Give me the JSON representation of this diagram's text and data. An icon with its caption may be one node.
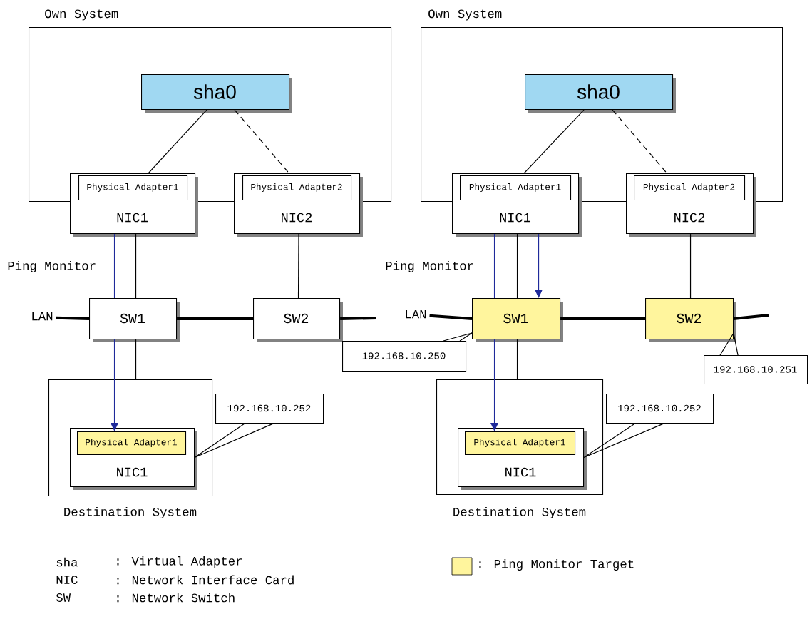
{
  "diagram": {
    "nodes": [
      {
        "text": [
          "Own System"
        ]
      },
      {
        "text": [
          "sha0"
        ],
        "in": 0
      },
      {
        "text": [
          "NIC1"
        ]
      },
      {
        "text": [
          "Physical Adapter1"
        ]
      },
      {
        "text": [
          "NIC2"
        ]
      },
      {
        "text": [
          "Physical Adapter2"
        ]
      },
      {
        "text": [
          "SW1"
        ]
      },
      {
        "text": [
          "SW2"
        ]
      },
      {
        "text": [
          "Destination System"
        ]
      },
      {
        "text": [
          "NIC1"
        ],
        "in": 8
      },
      {
        "text": [
          "Physical Adapter1"
        ],
        "in": 9
      },
      {
        "text": [
          "192.168.10.252"
        ]
      },
      {
        "text": [
          "Own System"
        ]
      },
      {
        "text": [
          "sha0"
        ],
        "in": 12
      },
      {
        "text": [
          "NIC1"
        ]
      },
      {
        "text": [
          "Physical Adapter1"
        ]
      },
      {
        "text": [
          "NIC2"
        ]
      },
      {
        "text": [
          "Physical Adapter2"
        ]
      },
      {
        "text": [
          "SW1"
        ]
      },
      {
        "text": [
          "SW2"
        ]
      },
      {
        "text": [
          "192.168.10.250"
        ]
      },
      {
        "text": [
          "192.168.10.251"
        ]
      },
      {
        "text": [
          "Destination System"
        ]
      },
      {
        "text": [
          "NIC1"
        ],
        "in": 22
      },
      {
        "text": [
          "Physical Adapter1"
        ],
        "in": 23
      },
      {
        "text": [
          "192.168.10.252"
        ]
      },
      {
        "text": [
          "LAN"
        ]
      },
      {
        "text": [
          "LAN"
        ]
      }
    ],
    "edges": [
      {
        "from": 1,
        "to": 2,
        "arrow": "none"
      },
      {
        "from": 1,
        "to": 4,
        "arrow": "none",
        "style": "dashed"
      },
      {
        "from": 2,
        "to": 6,
        "arrow": "none"
      },
      {
        "from": 4,
        "to": 7,
        "arrow": "none"
      },
      {
        "from": 26,
        "to": 6,
        "arrow": "none",
        "style": "thick"
      },
      {
        "from": 6,
        "to": 7,
        "arrow": "none",
        "style": "thick"
      },
      {
        "from": 7,
        "to": null,
        "arrow": "none",
        "style": "thick"
      },
      {
        "from": 6,
        "to": 8,
        "arrow": "none"
      },
      {
        "from": 6,
        "to": 10,
        "arrow": "to",
        "color": "#1f2a9a"
      },
      {
        "from": 11,
        "to": 9,
        "arrow": "none"
      },
      {
        "from": 13,
        "to": 14,
        "arrow": "none"
      },
      {
        "from": 13,
        "to": 16,
        "arrow": "none",
        "style": "dashed"
      },
      {
        "from": 14,
        "to": 18,
        "arrow": "none"
      },
      {
        "from": 16,
        "to": 19,
        "arrow": "none"
      },
      {
        "from": 27,
        "to": 18,
        "arrow": "none",
        "style": "thick"
      },
      {
        "from": 18,
        "to": 19,
        "arrow": "none",
        "style": "thick"
      },
      {
        "from": 19,
        "to": null,
        "arrow": "none",
        "style": "thick"
      },
      {
        "from": 18,
        "to": 22,
        "arrow": "none"
      },
      {
        "from": 18,
        "to": 24,
        "arrow": "to",
        "color": "#1f2a9a"
      },
      {
        "from": 14,
        "to": 18,
        "arrow": "to",
        "color": "#1f2a9a"
      },
      {
        "from": 20,
        "to": 18,
        "arrow": "none"
      },
      {
        "from": 21,
        "to": 19,
        "arrow": "none"
      },
      {
        "from": 25,
        "to": 23,
        "arrow": "none"
      },
      {
        "from": 2,
        "to": 6,
        "arrow": "none",
        "color": "#1f2a9a"
      },
      {
        "from": 14,
        "to": 18,
        "arrow": "none",
        "color": "#1f2a9a"
      }
    ],
    "labels": [
      "Ping Monitor",
      "Ping Monitor",
      "sha",
      ": Virtual Adapter",
      "NIC",
      ": Network Interface Card",
      "SW",
      ": Network Switch"
    ],
    "legend": [
      {
        "text": ": Ping Monitor Target",
        "color": "#fff59d"
      }
    ]
  }
}
